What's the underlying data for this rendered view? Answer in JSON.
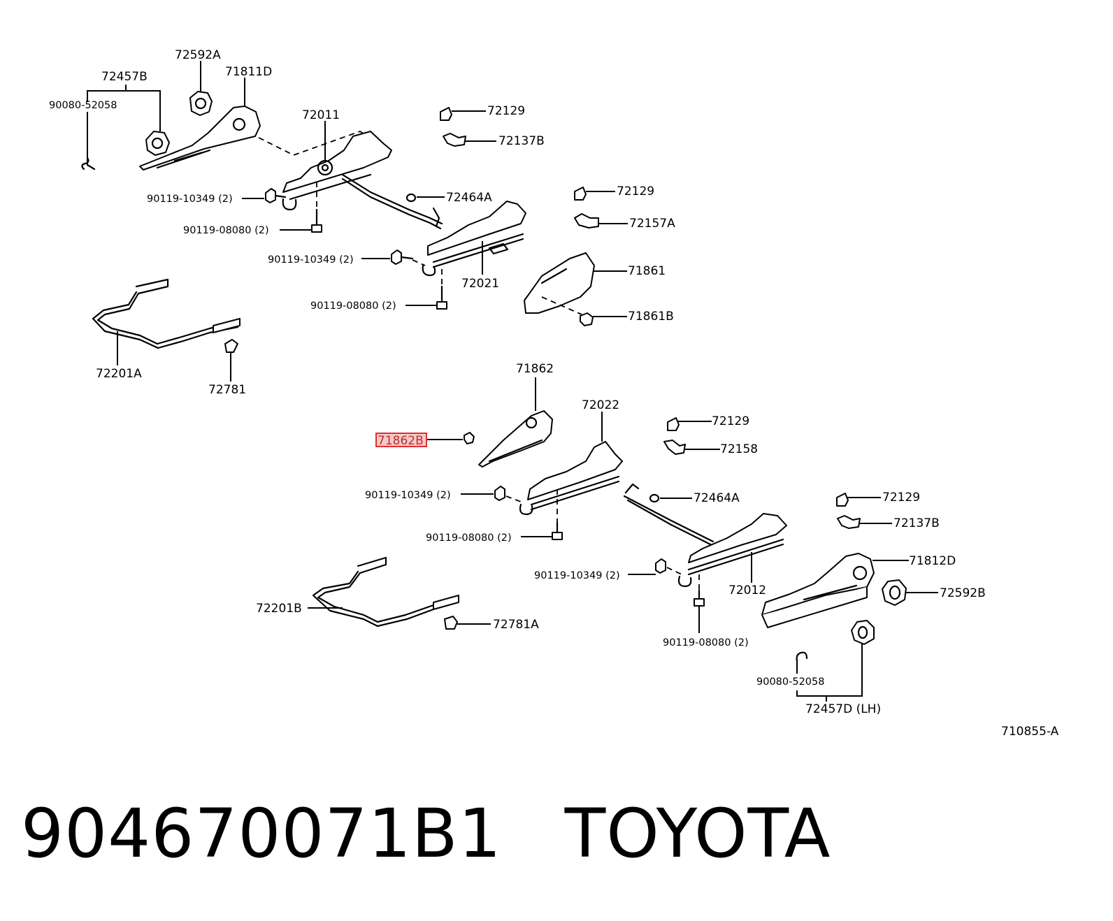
{
  "part_number": "904670071B1",
  "brand": "TOYOTA",
  "figure_code": "710855-A",
  "highlight_color": "#e03030",
  "labels": {
    "l_72592A": "72592A",
    "l_72457B": "72457B",
    "l_71811D": "71811D",
    "l_90080_52058_top": "90080-52058",
    "l_72011": "72011",
    "l_72129_a": "72129",
    "l_72137B_a": "72137B",
    "l_90119_10349_a": "90119-10349 (2)",
    "l_72464A_a": "72464A",
    "l_72129_b": "72129",
    "l_90119_08080_a": "90119-08080 (2)",
    "l_72157A": "72157A",
    "l_90119_10349_b": "90119-10349 (2)",
    "l_71861": "71861",
    "l_72021": "72021",
    "l_90119_08080_b": "90119-08080 (2)",
    "l_71861B": "71861B",
    "l_72201A": "72201A",
    "l_72781": "72781",
    "l_71862": "71862",
    "l_72022": "72022",
    "l_72129_c": "72129",
    "l_71862B": "71862B",
    "l_72158": "72158",
    "l_90119_10349_c": "90119-10349 (2)",
    "l_72464A_b": "72464A",
    "l_72129_d": "72129",
    "l_90119_08080_c": "90119-08080 (2)",
    "l_72137B_b": "72137B",
    "l_71812D": "71812D",
    "l_90119_10349_d": "90119-10349 (2)",
    "l_72012": "72012",
    "l_72592B": "72592B",
    "l_72201B": "72201B",
    "l_72781A": "72781A",
    "l_90119_08080_d": "90119-08080 (2)",
    "l_90080_52058_bot": "90080-52058",
    "l_72457D": "72457D (LH)"
  }
}
